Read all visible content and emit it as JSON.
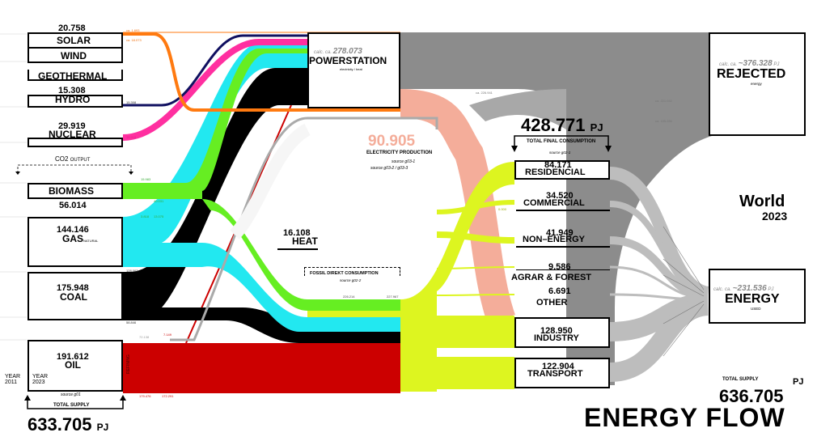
{
  "colors": {
    "oil": "#cc0000",
    "coal": "#000000",
    "gas": "#22e8f0",
    "biomass": "#66ee22",
    "nuclear": "#ff2fa0",
    "hydro": "#101060",
    "solar": "#ff7a10",
    "electricity": "#f4ad9a",
    "final": "#ddf520",
    "rejected": "#8c8c8c",
    "energy_used": "#bdbdbd"
  },
  "sources": {
    "solar": {
      "value": "20.758",
      "label": "SOLAR"
    },
    "wind": {
      "label": "WIND"
    },
    "geothermal": {
      "label": "GEOTHERMAL"
    },
    "hydro": {
      "value": "15.308",
      "label": "HYDRO"
    },
    "nuclear": {
      "value": "29.919",
      "label": "NUCLEAR"
    },
    "co2": {
      "label": "CO2",
      "suffix": "OUTPUT"
    },
    "biomass": {
      "value": "56.014",
      "label": "BIOMASS"
    },
    "gas": {
      "value": "144.146",
      "label": "GAS",
      "sub": "NATURAL"
    },
    "coal": {
      "value": "175.948",
      "label": "COAL"
    },
    "oil": {
      "value": "191.612",
      "label": "OIL",
      "year": "YEAR",
      "year_val": "2023",
      "refining": "REFINING"
    }
  },
  "year2011": {
    "label": "YEAR",
    "value": "2011"
  },
  "source_g01": "source g01",
  "total_supply_left": {
    "label": "TOTAL SUPPLY",
    "value": "633.705",
    "unit": "PJ"
  },
  "powerstation": {
    "calc": "calc. ca.",
    "value": "278.073",
    "label": "POWERSTATION",
    "sub": "electricity / heat"
  },
  "electricity": {
    "value": "90.905",
    "label": "ELECTRICITY PRODUCTION",
    "source1": "source  g03-1",
    "source2": "source  g03-2 / g03-3"
  },
  "heat": {
    "value": "16.108",
    "label": "HEAT"
  },
  "fossil": {
    "label": "FOSSIL DIREKT CONSUMPTION",
    "source": "source  g02-2"
  },
  "final_consumption": {
    "value": "428.771",
    "unit": "PJ",
    "label": "TOTAL FINAL CONSUMPTION",
    "source": "source  g02-1"
  },
  "sectors": [
    {
      "value": "84.171",
      "label": "RESIDENCIAL"
    },
    {
      "value": "34.520",
      "label": "COMMERCIAL"
    },
    {
      "value": "41.949",
      "label": "NON–ENERGY"
    },
    {
      "value": "9.586",
      "label": "AGRAR & FOREST"
    },
    {
      "value": "6.691",
      "label": "OTHER"
    },
    {
      "value": "128.950",
      "label": "INDUSTRY"
    },
    {
      "value": "122.904",
      "label": "TRANSPORT"
    }
  ],
  "rejected": {
    "calc": "calc. ca.",
    "value": "~376.328",
    "unit": "PJ",
    "label": "REJECTED",
    "sub": "energy"
  },
  "energy_used": {
    "calc": "calc. ca.",
    "value": "~231.536",
    "unit": "PJ",
    "label": "ENERGY",
    "sub": "USED"
  },
  "region": {
    "name": "World",
    "year": "2023"
  },
  "total_supply_right": {
    "label": "TOTAL SUPPLY",
    "unit": "PJ",
    "value": "636.705"
  },
  "title": "ENERGY FLOW",
  "minor_numbers": {
    "n1": "ca. 1.693",
    "n2": "ca. 18.073",
    "n3": "15.308",
    "n4": "15.919",
    "n5": "15.983",
    "n6": "40.031",
    "n7": "3.818",
    "n8": "13.075",
    "n9": "128.062",
    "n10": "58.846",
    "n11": "72.138",
    "n12": "7.149",
    "n13": "179.476",
    "n14": "172.291",
    "n15": "ca. 226.941",
    "n16": "ca. 221.042",
    "n17": "ca. 155.286",
    "n18": "226.214",
    "n19": "227.967",
    "n20": "0.000"
  }
}
